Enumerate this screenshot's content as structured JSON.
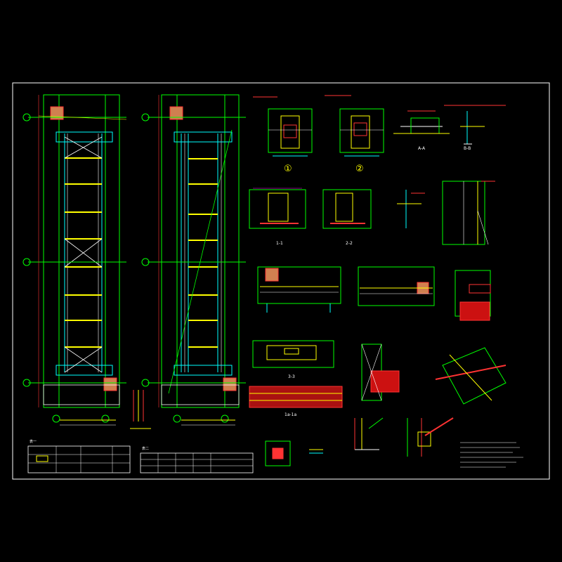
{
  "sheet": {
    "background": "#000000",
    "frame_color": "#ffffff",
    "colors": {
      "grid": "#00ff00",
      "steel": "#ffff00",
      "dim": "#00ffff",
      "mark": "#ff3333",
      "text": "#ffffff",
      "column": "#ff8040",
      "accent": "#ff00ff"
    }
  },
  "section_marks": {
    "circle_1": "①",
    "circle_2": "②"
  },
  "detail_titles": {
    "d_1_1": "1-1",
    "d_2_2": "2-2",
    "d_3_3": "3-3",
    "d_a_a": "A-A",
    "d_b_b": "B-B",
    "d_1a_1a": "1a-1a"
  },
  "tables": {
    "table1_title": "表一",
    "table2_title": "表二"
  }
}
